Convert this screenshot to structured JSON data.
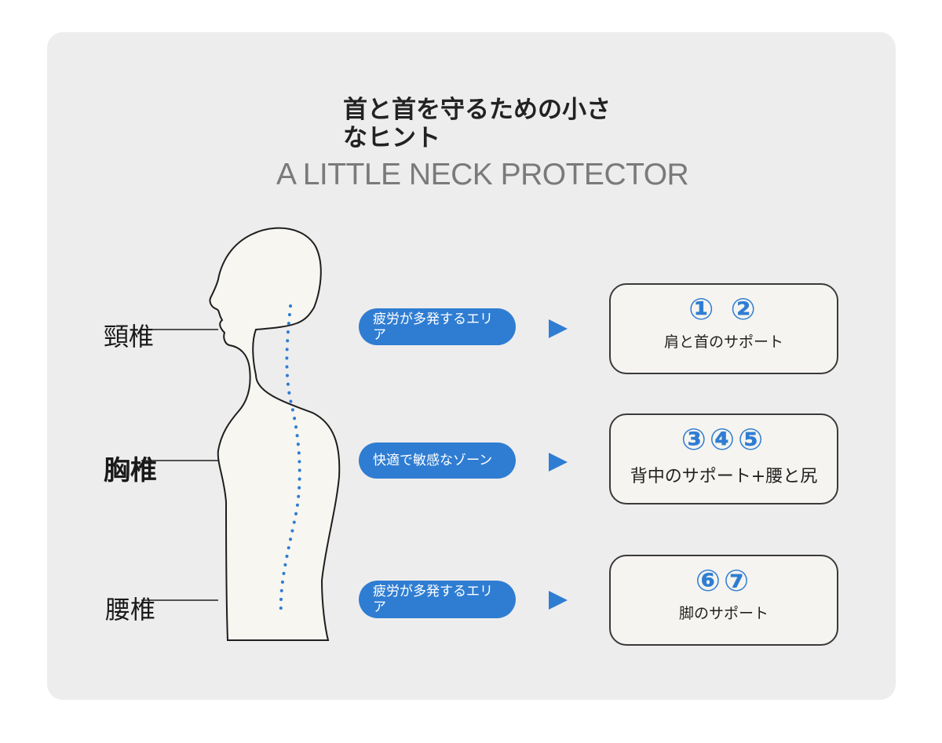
{
  "title": "首と首を守るための小さなヒント",
  "subtitle": "A LITTLE NECK PROTECTOR",
  "spine_labels": {
    "cervical": "頸椎",
    "thoracic": "胸椎",
    "lumbar": "腰椎"
  },
  "zones": [
    {
      "pill": "疲労が多発するエリア",
      "numbers": "① ②",
      "support": "肩と首のサポート"
    },
    {
      "pill": "快適で敏感なゾーン",
      "numbers": "③④⑤",
      "support": "背中のサポート+腰と尻"
    },
    {
      "pill": "疲労が多発するエリア",
      "numbers": "⑥⑦",
      "support": "脚のサポート"
    }
  ],
  "colors": {
    "accent": "#2f7dd2",
    "card_background": "#eeedee",
    "box_background": "#f5f4f0"
  }
}
